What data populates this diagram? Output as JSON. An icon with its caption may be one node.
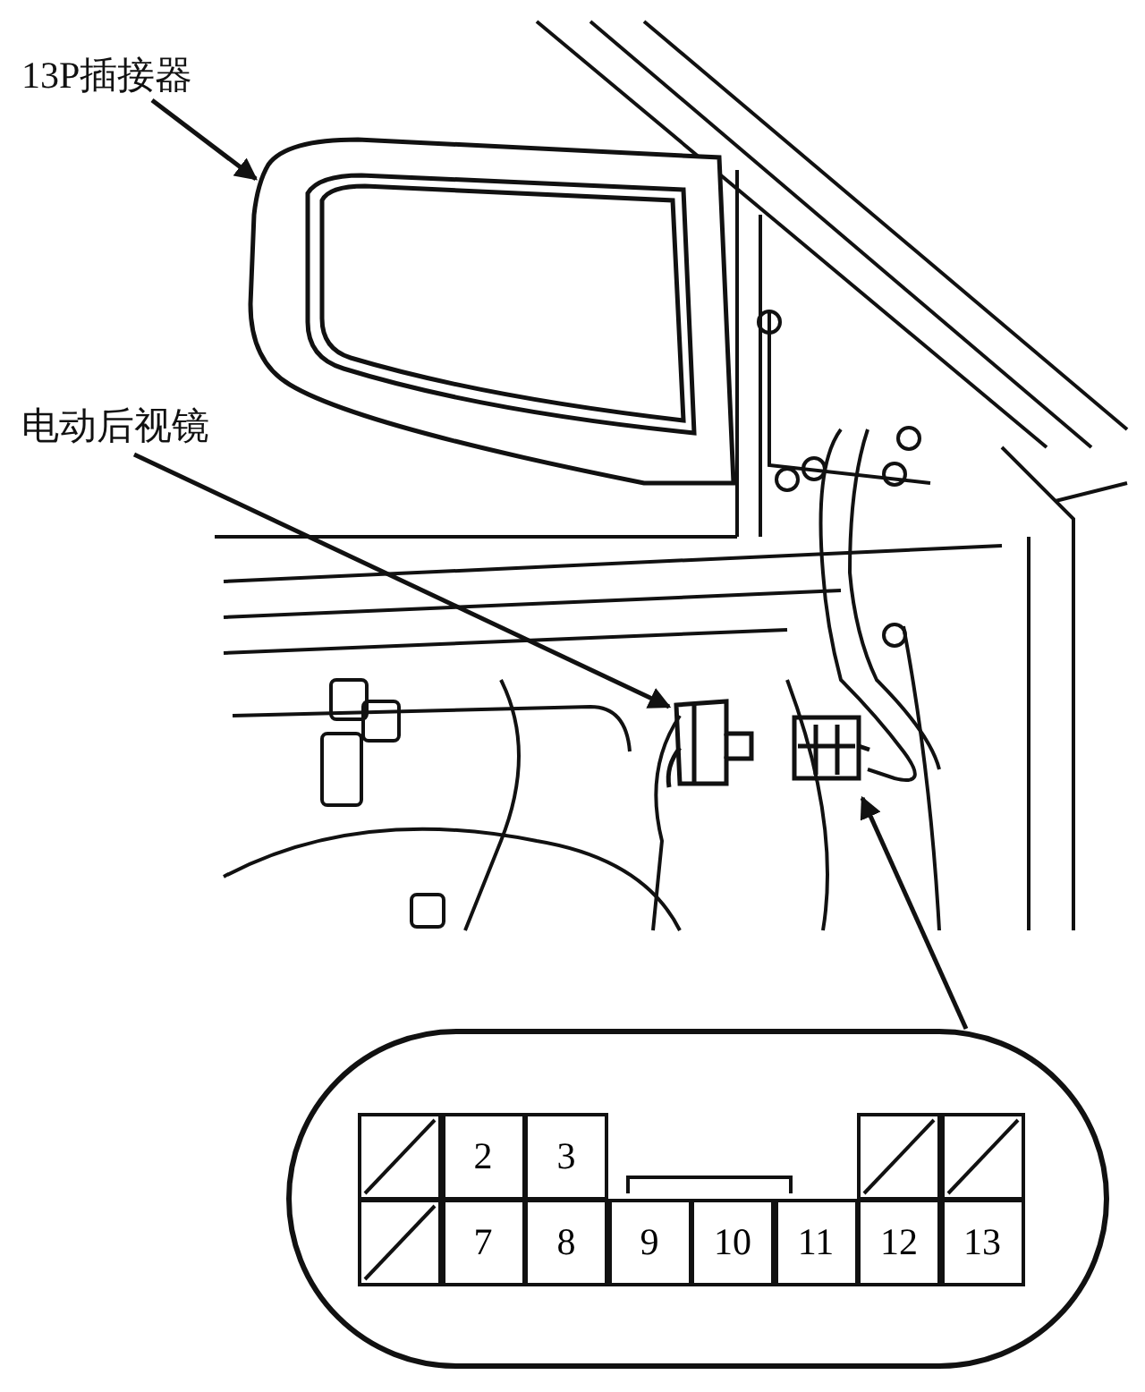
{
  "diagram": {
    "nodes": [
      {
        "text": [
          "13P插接器"
        ]
      },
      {
        "text": [],
        "shape": "picture"
      },
      {
        "text": [
          "电动后视镜"
        ]
      },
      {
        "text": [],
        "shape": "picture"
      },
      {
        "text": [],
        "shape": "picture"
      },
      {
        "text": [],
        "shape": "box"
      }
    ],
    "edges": [
      {
        "from": 0,
        "to": 1,
        "arrow": "to"
      },
      {
        "from": 2,
        "to": 3,
        "arrow": "to"
      },
      {
        "from": 5,
        "to": 4,
        "arrow": "to"
      }
    ],
    "labels": [
      "2",
      "3",
      "7",
      "8",
      "9",
      "10",
      "11",
      "12",
      "13"
    ]
  }
}
